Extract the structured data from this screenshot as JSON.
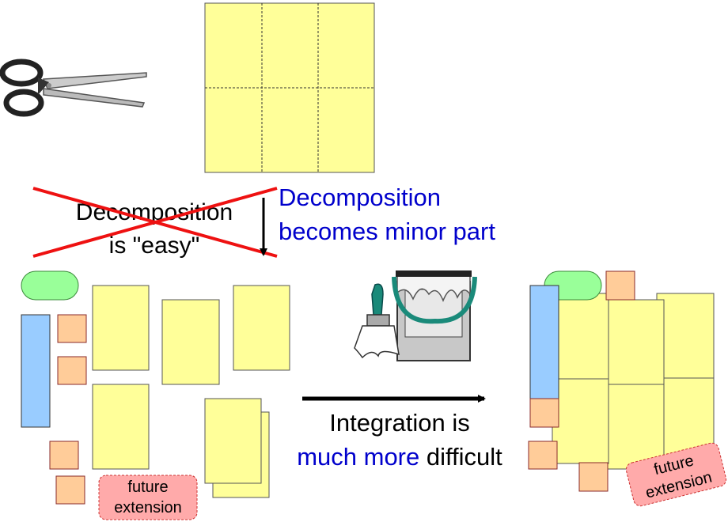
{
  "texts": {
    "crossed_line1": "Decomposition",
    "crossed_line2": "is \"easy\"",
    "blue_line1": "Decomposition",
    "blue_line2": "becomes minor part",
    "integration_line1": "Integration is",
    "integration_blue": "much more",
    "integration_black": " difficult",
    "future_left_1": "future",
    "future_left_2": "extension",
    "future_right_1": "future",
    "future_right_2": "extension"
  },
  "colors": {
    "yellow_fill": "#ffff99",
    "pink_fill": "#ffcc99",
    "blue_fill": "#99ccff",
    "green_fill": "#99ff99",
    "future_fill": "#ffaaaa",
    "strike": "#ee1111",
    "blue_text": "#0000cc",
    "bucket_handle": "#1a8a7a"
  },
  "icons": [
    "scissors-icon",
    "paint-bucket-icon",
    "paintbrush-icon"
  ]
}
